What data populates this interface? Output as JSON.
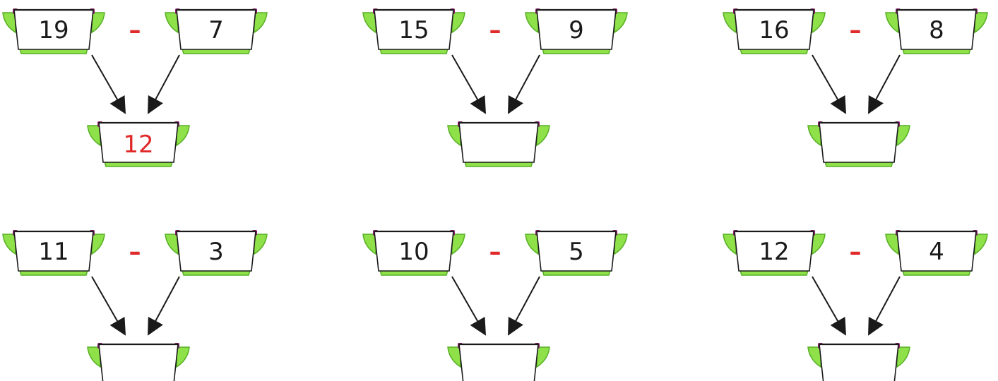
{
  "problems": [
    {
      "minuend": "19",
      "subtrahend": "7",
      "operator": "–",
      "answer": "12"
    },
    {
      "minuend": "15",
      "subtrahend": "9",
      "operator": "–",
      "answer": ""
    },
    {
      "minuend": "16",
      "subtrahend": "8",
      "operator": "–",
      "answer": ""
    },
    {
      "minuend": "11",
      "subtrahend": "3",
      "operator": "–",
      "answer": ""
    },
    {
      "minuend": "10",
      "subtrahend": "5",
      "operator": "–",
      "answer": ""
    },
    {
      "minuend": "12",
      "subtrahend": "4",
      "operator": "–",
      "answer": ""
    }
  ],
  "colors": {
    "pot_green": "#8fe14a",
    "pot_green_dark": "#57b025",
    "handle_tip": "#8a1f6b",
    "number_text": "#1a1a1a",
    "answer_text": "#e02a2a",
    "minus_sign": "#e02a2a",
    "arrow": "#1a1a1a"
  }
}
